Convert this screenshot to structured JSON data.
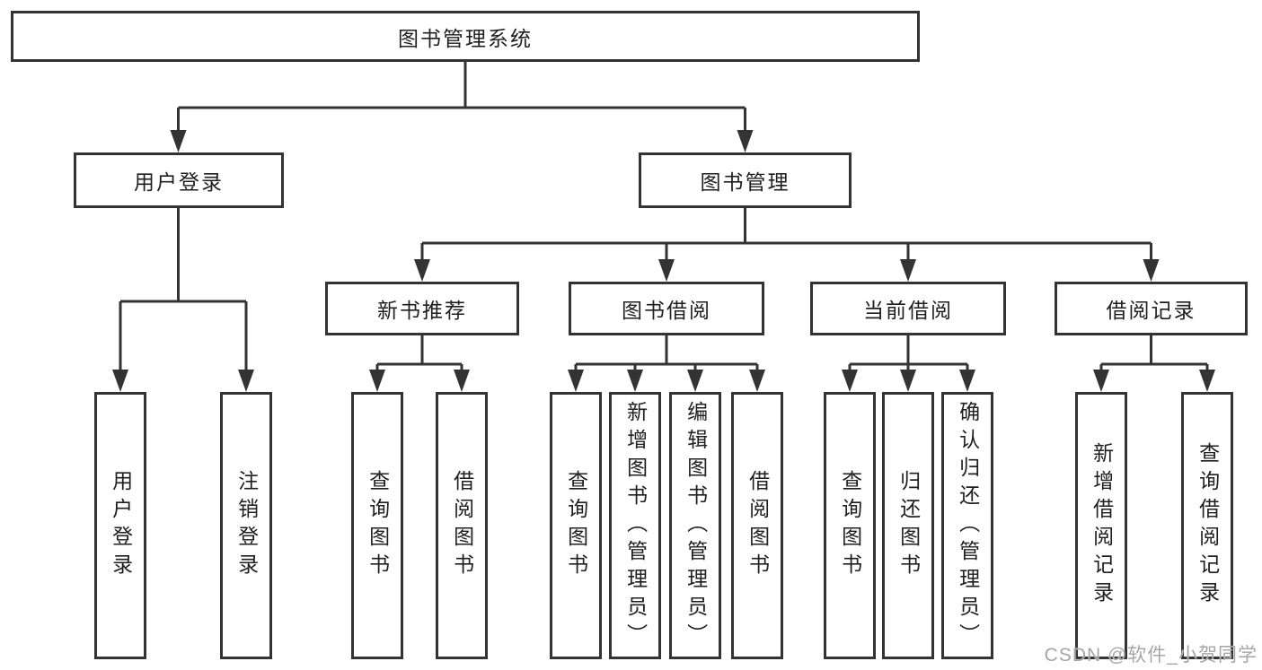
{
  "diagram": {
    "root": {
      "label": "图书管理系统"
    },
    "user_login": {
      "label": "用户登录",
      "children": [
        {
          "label": "用户登录"
        },
        {
          "label": "注销登录"
        }
      ]
    },
    "book_mgmt": {
      "label": "图书管理",
      "children": [
        {
          "label": "新书推荐",
          "children": [
            {
              "label": "查询图书"
            },
            {
              "label": "借阅图书"
            }
          ]
        },
        {
          "label": "图书借阅",
          "children": [
            {
              "label": "查询图书"
            },
            {
              "label": "新增图书（管理员）"
            },
            {
              "label": "编辑图书（管理员）"
            },
            {
              "label": "借阅图书"
            }
          ]
        },
        {
          "label": "当前借阅",
          "children": [
            {
              "label": "查询图书"
            },
            {
              "label": "归还图书"
            },
            {
              "label": "确认归还（管理员）"
            }
          ]
        },
        {
          "label": "借阅记录",
          "children": [
            {
              "label": "新增借阅记录"
            },
            {
              "label": "查询借阅记录"
            }
          ]
        }
      ]
    }
  },
  "watermark": {
    "text": "CSDN @软件_小贺同学"
  },
  "colors": {
    "line": "#333333",
    "text": "#1f1f1f",
    "watermark": "#a6a6a6",
    "background": "#ffffff"
  }
}
